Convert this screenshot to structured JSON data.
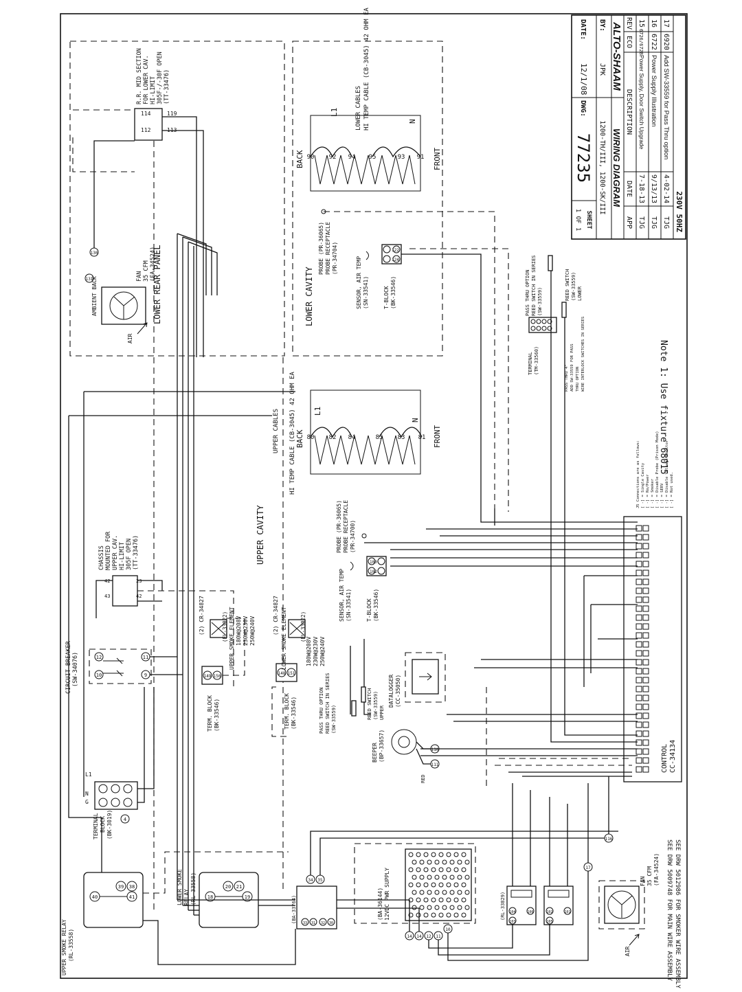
{
  "title_block": {
    "voltage": "230V 50HZ",
    "revisions": [
      {
        "rev": "17",
        "eco": "6920",
        "description": "Add SW-33559 for Pass Thru option",
        "date": "4-02-14",
        "app": "TJG"
      },
      {
        "rev": "16",
        "eco": "6722",
        "description": "Power Supply Illustration",
        "date": "9/13/13",
        "app": "TJG"
      },
      {
        "rev": "15",
        "eco": "6726/6728",
        "description": "Power Supply, Door Switch Upgrade",
        "date": "7-18-13",
        "app": "TJG"
      }
    ],
    "header_rev": "REV",
    "header_eco": "ECO",
    "header_description": "DESCRIPTION",
    "header_date": "DATE",
    "header_app": "APP",
    "brand": "ALTO-SHAAM",
    "diagram_title": "WIRING DIAGRAM",
    "model": "1200-TH/III, 1200-SK/III",
    "by_label": "BY:",
    "by_value": "JPK",
    "date_label": "DATE:",
    "date_value": "12/1/08",
    "dwg_label": "DWG:",
    "dwg_value": "77235",
    "sheet_label": "SHEET",
    "sheet_value": "1 OF 1"
  },
  "note": "Note 1: Use fixture 68015",
  "bottom_notes": [
    "SEE DRW 5009748 FOR MAIN WIRE ASSEMBLY",
    "SEE DRW 5012986 FOR SMOKER WIRE ASSEMBLY"
  ],
  "zones": {
    "upper_cavity": "UPPER CAVITY",
    "lower_cavity": "LOWER CAVITY",
    "lower_rear_panel": "LOWER REAR PANEL"
  },
  "lower_cables": {
    "label": [
      "LOWER CABLES",
      "HI TEMP CABLE (CB-3045) 42 OHM EA"
    ],
    "back": "BACK",
    "front": "FRONT",
    "l1": "L1",
    "n": "N",
    "terminals": [
      "90",
      "92",
      "94",
      "95",
      "93",
      "91"
    ]
  },
  "upper_cables": {
    "label": [
      "UPPER CABLES",
      "HI TEMP CABLE (CB-3045) 42 OHM EA"
    ],
    "back": "BACK",
    "front": "FRONT",
    "l1": "L1",
    "n": "N",
    "terminals": [
      "80",
      "82",
      "84",
      "85",
      "83",
      "81"
    ]
  },
  "components": {
    "rr_mid_section": [
      "R.R. MID SECTION",
      "FOR LOWER CAV.",
      "HI-LIMIT",
      "305F-/-30F OPEN",
      "(TT-33476)"
    ],
    "rr_terminals": [
      "112",
      "114",
      "113",
      "119"
    ],
    "fan_lower": [
      "FAN",
      "35 CFM",
      "(FA-34524)"
    ],
    "fan_lower_terms": [
      "131",
      "130"
    ],
    "ambient_back": "AMBIENT BACK",
    "air": "AIR",
    "probe_lower": [
      "PROBE (PR-36065)",
      "PROBE RECEPTACLE",
      "(PR-34704)"
    ],
    "sensor_lower": [
      "SENSOR, AIR TEMP",
      "(SN-33541)"
    ],
    "tblock_lower": [
      "T-BLOCK",
      "(BK-33546)"
    ],
    "tblock_lower_terms": [
      "122",
      "124"
    ],
    "pass_thru_lower": [
      "PASS THRU OPTION",
      "REED SWITCH IN SERIES",
      "(SW-33559)"
    ],
    "reed_lower": [
      "REED SWITCH",
      "(SW-33559)",
      "LOWER"
    ],
    "terminal_tm": [
      "TERMINAL",
      "(TM-33560)"
    ],
    "chassis_limit": [
      "CHASSIS",
      "MOUNTED FOR",
      "UPPER CAV.",
      "HI-LIMIT",
      "305F OPEN",
      "(TT-33476)"
    ],
    "chassis_terms": [
      "43",
      "42",
      "42",
      "23"
    ],
    "probe_upper": [
      "PROBE (PR-36065)",
      "PROBE RECEPTACLE",
      "(PR-34700)"
    ],
    "sensor_upper": [
      "SENSOR, AIR TEMP",
      "(SN-33541)"
    ],
    "tblock_upper": [
      "T-BLOCK",
      "(BK-33546)"
    ],
    "tblock_upper_terms": [
      "100",
      "102"
    ],
    "circuit_breaker": [
      "CIRCUIT BREAKER",
      "(SW-34076)"
    ],
    "cb_terms": [
      "12",
      "11",
      "10",
      "9"
    ],
    "upper_smoke_element": [
      "(2) CR-34827",
      "(EL-33022)",
      "UPPER SMOKE ELEMENT",
      "180W@208V",
      "230W@230V",
      "250W@240V"
    ],
    "lower_smoke_element": [
      "(2) CR-34827",
      "(EL-33022)",
      "LOWER SMOKE ELEMENT",
      "180W@208V",
      "230W@230V",
      "250W@240V"
    ],
    "term_block_upper": [
      "TERM. BLOCK",
      "(BK-33546)"
    ],
    "term_block_upper_terms": [
      "149",
      "150"
    ],
    "term_block_lower": [
      "TERM. BLOCK",
      "(BK-33546)"
    ],
    "term_block_lower_terms": [
      "148",
      "151"
    ],
    "pass_thru_upper": [
      "PASS THRU OPTION",
      "REED SWITCH IN SERIES",
      "(SW-33559)"
    ],
    "reed_upper": [
      "REED SWITCH",
      "(SW-33559)",
      "UPPER"
    ],
    "datalogger": [
      "DATALOGGER",
      "(CC-35050)"
    ],
    "beeper": [
      "BEEPER",
      "(BP-33657)"
    ],
    "beeper_terms": [
      "110",
      "111"
    ],
    "red": "RED",
    "control": [
      "CONTROL",
      "CC-34134"
    ],
    "terminal_block_main": [
      "TERMINAL",
      "BLOCK",
      "(BK-3019)"
    ],
    "main_l1": "L1",
    "main_n": "N",
    "main_g": "G",
    "main_terms": [
      "4"
    ],
    "upper_smoke_relay": [
      "UPPER SMOKE RELAY",
      "(RL-33558)"
    ],
    "usr_terms": [
      "40",
      "39",
      "38",
      "41"
    ],
    "lower_smoke_relay": [
      "LOWER SMOKE",
      "RELAY",
      "(RL-33558)"
    ],
    "lsr_terms": [
      "18",
      "20",
      "21",
      "19"
    ],
    "ba_module": [
      "(BA-33764)"
    ],
    "ba_terms": [
      "34",
      "35",
      "33",
      "31",
      "32",
      "30"
    ],
    "power_supply": [
      "(BA-36144)",
      "12VDC PWR SUPPLY"
    ],
    "ps_terms": [
      "14",
      "14",
      "12",
      "11",
      "10"
    ],
    "relay_rl": [
      "(RL-33829)"
    ],
    "relay_terms": [
      "104",
      "106",
      "102",
      "101",
      "103",
      "105"
    ],
    "fan_upper": [
      "FAN",
      "35 CFM",
      "(FA-34524)"
    ],
    "fan_upper_terms": [
      "17",
      "116"
    ]
  },
  "connections_note": [
    "J5 Connections are as follows:",
    "[ -] = Single Cavity",
    "[ -] = No/Power",
    "[ -] = Smoker",
    "[ -] = Disable Probe (Prison Mode)",
    "[ -] = SERV",
    "[ -] = Disable Voltage Monitor",
    "[ -] = Not used."
  ],
  "pass_thru_note": [
    "PASS THRU 4\"",
    "ADD SW-33559 FOR PASS",
    "THRU OPTION",
    "WIRE INTERLOCK SWITCHES IN SERIES"
  ]
}
